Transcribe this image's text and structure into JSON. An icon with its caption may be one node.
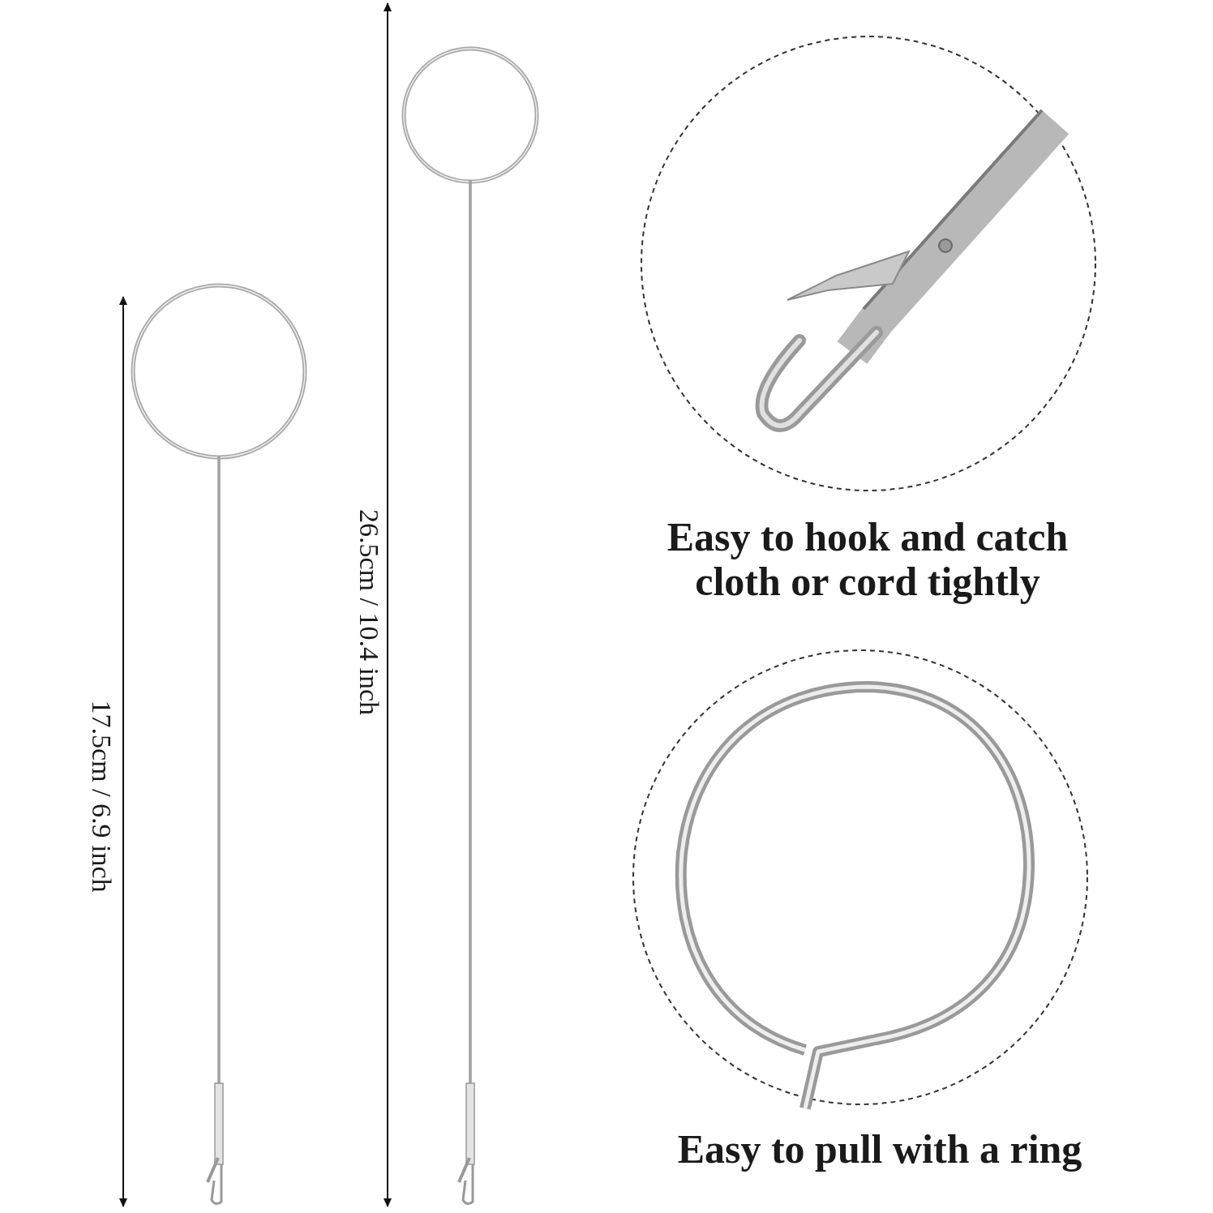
{
  "diagram": {
    "nodes": [
      {
        "text": [
          "Easy to hook and catch cloth or cord tightly"
        ]
      },
      {
        "text": [
          "Easy to pull with a ring"
        ]
      }
    ],
    "labels": [
      "26.5cm / 10.4 inch",
      "17.5cm / 6.9 inch"
    ]
  }
}
